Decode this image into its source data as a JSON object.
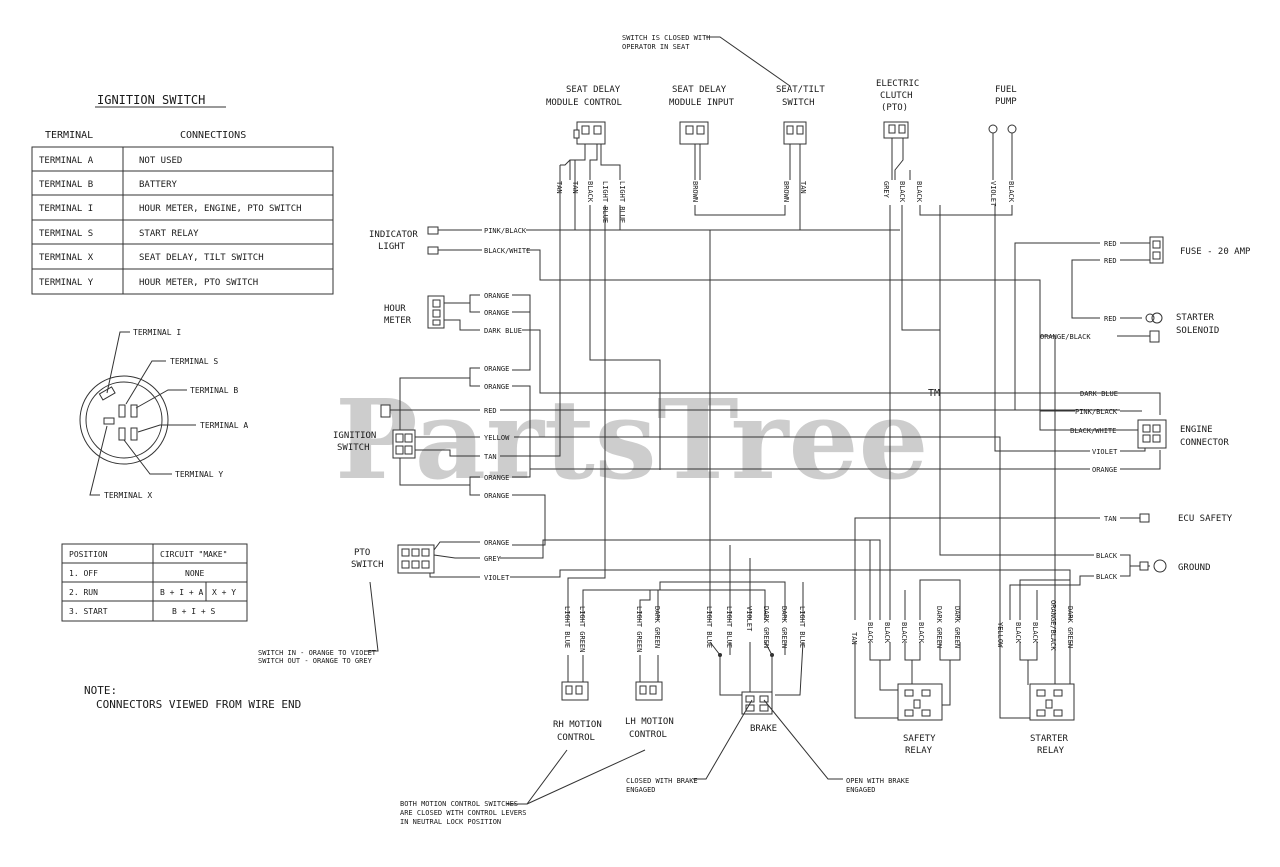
{
  "watermark": {
    "brand": "PartsTree",
    "tm": "TM"
  },
  "ignition_table": {
    "title": "IGNITION SWITCH",
    "col_terminal": "TERMINAL",
    "col_connections": "CONNECTIONS",
    "rows": [
      {
        "terminal": "TERMINAL  A",
        "connection": "NOT USED"
      },
      {
        "terminal": "TERMINAL  B",
        "connection": "BATTERY"
      },
      {
        "terminal": "TERMINAL  I",
        "connection": "HOUR METER, ENGINE, PTO SWITCH"
      },
      {
        "terminal": "TERMINAL  S",
        "connection": "START RELAY"
      },
      {
        "terminal": "TERMINAL  X",
        "connection": "SEAT DELAY, TILT SWITCH"
      },
      {
        "terminal": "TERMINAL  Y",
        "connection": "HOUR METER, PTO SWITCH"
      }
    ]
  },
  "switch_face": {
    "terminal_i": "TERMINAL I",
    "terminal_s": "TERMINAL S",
    "terminal_b": "TERMINAL B",
    "terminal_a": "TERMINAL A",
    "terminal_y": "TERMINAL Y",
    "terminal_x": "TERMINAL X"
  },
  "position_table": {
    "col_position": "POSITION",
    "col_circuit": "CIRCUIT \"MAKE\"",
    "rows": [
      {
        "position": "1. OFF",
        "circuit": "NONE",
        "extra": ""
      },
      {
        "position": "2. RUN",
        "circuit": "B + I + A",
        "extra": "X + Y"
      },
      {
        "position": "3. START",
        "circuit": "B + I + S",
        "extra": ""
      }
    ]
  },
  "note": {
    "line1": "NOTE:",
    "line2": "CONNECTORS VIEWED FROM WIRE END"
  },
  "notes": {
    "seat_switch_1": "SWITCH IS CLOSED WITH",
    "seat_switch_2": "OPERATOR IN SEAT",
    "pto_1": "SWITCH IN - ORANGE TO VIOLET",
    "pto_2": "SWITCH OUT - ORANGE TO GREY",
    "motion_1": "BOTH MOTION CONTROL SWITCHES",
    "motion_2": "ARE CLOSED WITH CONTROL LEVERS",
    "motion_3": "IN NEUTRAL LOCK POSITION",
    "brake_closed_1": "CLOSED WITH BRAKE",
    "brake_closed_2": "ENGAGED",
    "brake_open_1": "OPEN WITH BRAKE",
    "brake_open_2": "ENGAGED"
  },
  "components": {
    "seat_delay_control_1": "SEAT DELAY",
    "seat_delay_control_2": "MODULE CONTROL",
    "seat_delay_input_1": "SEAT DELAY",
    "seat_delay_input_2": "MODULE INPUT",
    "seat_tilt_1": "SEAT/TILT",
    "seat_tilt_2": "SWITCH",
    "clutch_1": "ELECTRIC",
    "clutch_2": "CLUTCH",
    "clutch_3": "(PTO)",
    "fuel_1": "FUEL",
    "fuel_2": "PUMP",
    "indicator_1": "INDICATOR",
    "indicator_2": "LIGHT",
    "hour_1": "HOUR",
    "hour_2": "METER",
    "ign_1": "IGNITION",
    "ign_2": "SWITCH",
    "pto_sw_1": "PTO",
    "pto_sw_2": "SWITCH",
    "fuse": "FUSE - 20 AMP",
    "starter_sol_1": "STARTER",
    "starter_sol_2": "SOLENOID",
    "engine_1": "ENGINE",
    "engine_2": "CONNECTOR",
    "ecu": "ECU SAFETY",
    "ground": "GROUND",
    "rh_1": "RH MOTION",
    "rh_2": "CONTROL",
    "lh_1": "LH MOTION",
    "lh_2": "CONTROL",
    "brake": "BRAKE",
    "safety_1": "SAFETY",
    "safety_2": "RELAY",
    "starter_relay_1": "STARTER",
    "starter_relay_2": "RELAY"
  },
  "wire_labels": {
    "tan": "TAN",
    "black": "BLACK",
    "light_blue": "LIGHT BLUE",
    "brown": "BROWN",
    "grey": "GREY",
    "violet": "VIOLET",
    "light_green": "LIGHT GREEN",
    "dark_green": "DARK GREEN",
    "yellow": "YELLOW",
    "orange_black": "ORANGE/BLACK",
    "pink_black": "PINK/BLACK",
    "black_white": "BLACK/WHITE",
    "orange": "ORANGE",
    "dark_blue": "DARK BLUE",
    "red": "RED",
    "yellow_h": "YELLOW"
  },
  "colors": {
    "line": "#333333",
    "watermark": "#bdbdbd"
  }
}
